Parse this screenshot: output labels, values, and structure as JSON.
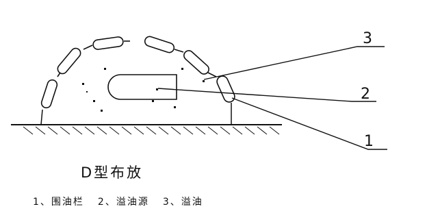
{
  "caption": "D型布放",
  "labels": {
    "n1": "1",
    "n2": "2",
    "n3": "3"
  },
  "legend": [
    {
      "text": "1、围油栏"
    },
    {
      "text": "2、溢油源"
    },
    {
      "text": "3、溢油"
    }
  ]
}
